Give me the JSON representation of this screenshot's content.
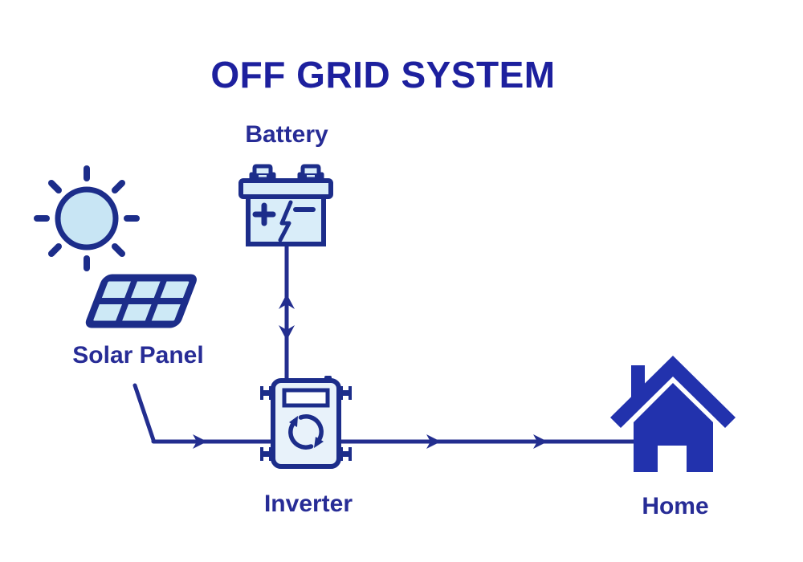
{
  "title": "OFF GRID SYSTEM",
  "nodes": {
    "solar_panel": {
      "label": "Solar Panel",
      "icon": "solar-panel-icon"
    },
    "battery": {
      "label": "Battery",
      "icon": "battery-icon"
    },
    "inverter": {
      "label": "Inverter",
      "icon": "inverter-icon"
    },
    "home": {
      "label": "Home",
      "icon": "home-icon"
    }
  },
  "decorations": [
    {
      "icon": "sun-icon",
      "position": "above-solar-panel"
    }
  ],
  "connections": [
    {
      "from": "battery",
      "to": "inverter",
      "style": "line",
      "arrows": "bidirectional"
    },
    {
      "from": "solar_panel",
      "to": "inverter",
      "style": "elbow-line",
      "arrows": "one-way-right"
    },
    {
      "from": "inverter",
      "to": "home",
      "style": "line",
      "arrows": "two-right-arrows"
    }
  ],
  "icon_glyphs": {
    "battery": [
      "plus-symbol",
      "minus-symbol",
      "lightning-bolt-icon",
      "terminal-posts"
    ],
    "inverter": [
      "display-screen",
      "recycle-arrows-icon",
      "mounting-brackets"
    ],
    "home": [
      "chimney",
      "roof",
      "door"
    ]
  },
  "colors": {
    "background": "#ffffff",
    "title_text": "#1d209e",
    "label_text": "#272c96",
    "line": "#232e8f",
    "icon_stroke": "#1c2d8a",
    "icon_fill": "#d9edf9",
    "inverter_fill": "#e8f2fa",
    "screen_fill": "#fdfeff",
    "sun_fill": "#c8e5f4",
    "home_fill": "#2232ad"
  }
}
